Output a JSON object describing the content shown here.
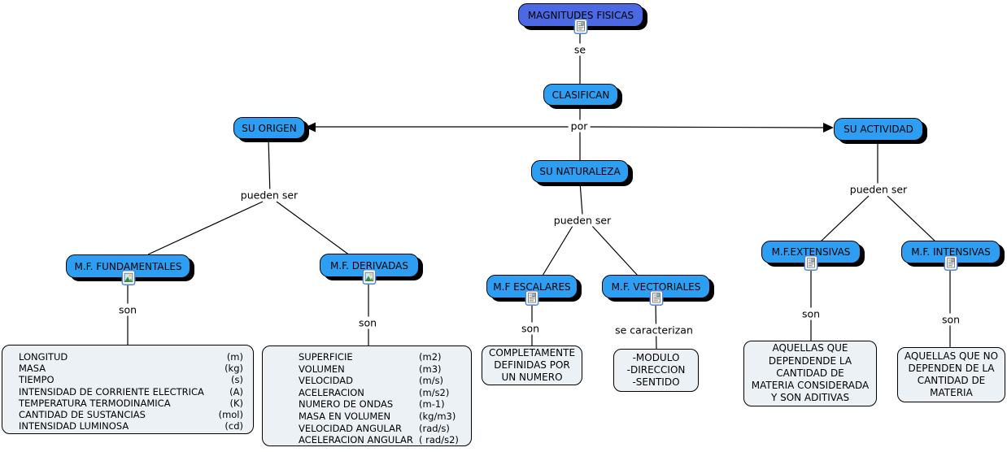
{
  "colors": {
    "root_fill": "#4A69E2",
    "concept_fill": "#2E9EF3",
    "node_border": "#000000",
    "leaf_fill": "#ECF1F5",
    "leaf_border": "#000000",
    "connector": "#000000",
    "background": "#FFFFFF"
  },
  "concepts": {
    "magnitudes_fisicas": {
      "label": "MAGNITUDES FISICAS",
      "icon": "document-image-icon"
    },
    "clasifican": {
      "label": "CLASIFICAN"
    },
    "su_origen": {
      "label": "SU ORIGEN"
    },
    "su_naturaleza": {
      "label": "SU NATURALEZA"
    },
    "su_actividad": {
      "label": "SU ACTIVIDAD"
    },
    "mf_fundamentales": {
      "label": "M.F. FUNDAMENTALES",
      "icon": "image-icon"
    },
    "mf_derivadas": {
      "label": "M.F. DERIVADAS",
      "icon": "image-icon"
    },
    "mf_escalares": {
      "label": "M.F ESCALARES",
      "icon": "document-image-icon"
    },
    "mf_vectoriales": {
      "label": "M.F. VECTORIALES",
      "icon": "document-image-icon"
    },
    "mf_extensivas": {
      "label": "M.F.EXTENSIVAS",
      "icon": "document-image-icon"
    },
    "mf_intensivas": {
      "label": "M.F. INTENSIVAS",
      "icon": "document-image-icon"
    }
  },
  "linking_phrases": {
    "se": "se",
    "por": "por",
    "pueden_ser_origen": "pueden ser",
    "pueden_ser_naturaleza": "pueden ser",
    "pueden_ser_actividad": "pueden ser",
    "son_fundamentales": "son",
    "son_derivadas": "son",
    "son_escalares": "son",
    "se_caracterizan": "se caracterizan",
    "son_extensivas": "son",
    "son_intensivas": "son"
  },
  "leaf_boxes": {
    "fundamentales_units": {
      "rows": [
        {
          "name": "LONGITUD",
          "unit": "(m)"
        },
        {
          "name": "MASA",
          "unit": "(kg)"
        },
        {
          "name": "TIEMPO",
          "unit": "(s)"
        },
        {
          "name": "INTENSIDAD DE CORRIENTE ELECTRICA",
          "unit": "(A)"
        },
        {
          "name": "TEMPERATURA TERMODINAMICA",
          "unit": "(K)"
        },
        {
          "name": "CANTIDAD DE SUSTANCIAS",
          "unit": "(mol)"
        },
        {
          "name": "INTENSIDAD LUMINOSA",
          "unit": "(cd)"
        }
      ]
    },
    "derivadas_units": {
      "rows": [
        {
          "name": "SUPERFICIE",
          "unit": "(m2)"
        },
        {
          "name": "VOLUMEN",
          "unit": "(m3)"
        },
        {
          "name": "VELOCIDAD",
          "unit": "(m/s)"
        },
        {
          "name": "ACELERACION",
          "unit": "(m/s2)"
        },
        {
          "name": "NUMERO DE ONDAS",
          "unit": "(m-1)"
        },
        {
          "name": "MASA EN VOLUMEN",
          "unit": "(kg/m3)"
        },
        {
          "name": "VELOCIDAD ANGULAR",
          "unit": "(rad/s)"
        },
        {
          "name": "ACELERACION ANGULAR",
          "unit": "( rad/s2)"
        }
      ]
    },
    "escalares_def": {
      "lines": [
        "COMPLETAMENTE",
        "DEFINIDAS POR",
        "UN NUMERO"
      ]
    },
    "vectoriales_def": {
      "lines": [
        "-MODULO",
        "-DIRECCION",
        "-SENTIDO"
      ]
    },
    "extensivas_def": {
      "lines": [
        "AQUELLAS QUE",
        "DEPENDENDE LA",
        "CANTIDAD DE",
        "MATERIA CONSIDERADA",
        "Y SON ADITIVAS"
      ]
    },
    "intensivas_def": {
      "lines": [
        "AQUELLAS QUE NO",
        "DEPENDEN DE LA",
        "CANTIDAD DE",
        "MATERIA"
      ]
    }
  }
}
